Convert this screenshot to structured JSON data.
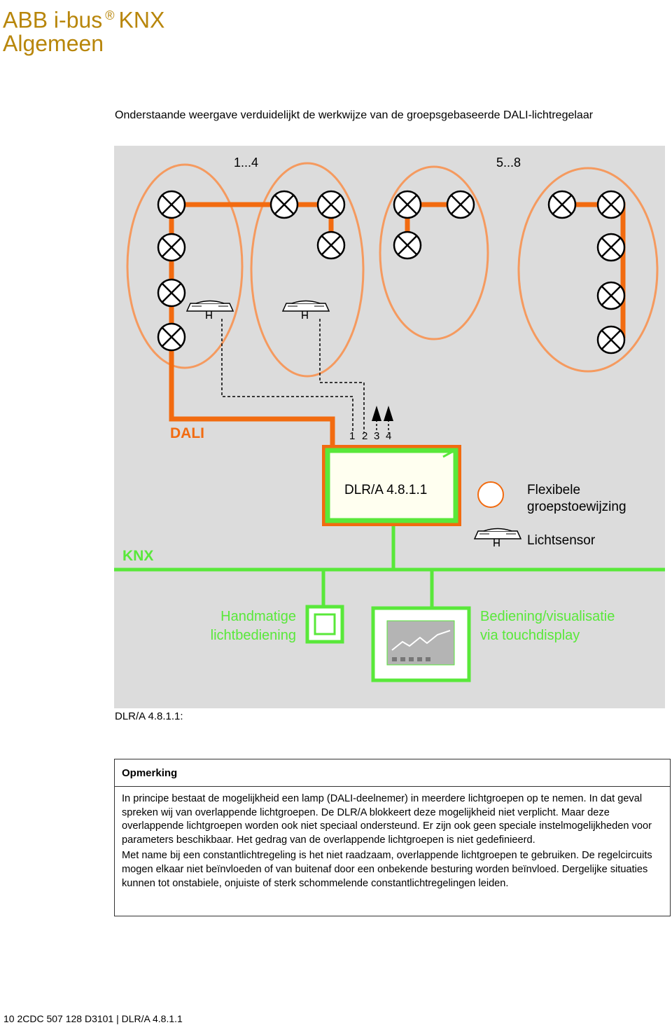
{
  "header": {
    "brand": "ABB i-bus",
    "registered": "®",
    "product": "KNX",
    "section": "Algemeen"
  },
  "intro_text": "Onderstaande weergave verduidelijkt de werkwijze van de groepsgebaseerde DALI-lichtregelaar",
  "diagram": {
    "group_label_left": "1...4",
    "group_label_right": "5...8",
    "dali_label": "DALI",
    "knx_label": "KNX",
    "input_numbers": [
      "1",
      "2",
      "3",
      "4"
    ],
    "device_label": "DLR/A 4.8.1.1",
    "legend_flexible_line1": "Flexibele",
    "legend_flexible_line2": "groepstoewijzing",
    "legend_sensor": "Lichtsensor",
    "manual_line1": "Handmatige",
    "manual_line2": "lichtbediening",
    "touch_line1": "Bediening/visualisatie",
    "touch_line2": "via touchdisplay",
    "colors": {
      "dali": "#f26b10",
      "knx": "#59e83a",
      "background": "#dcdcdc",
      "device_fill": "#fffff0"
    }
  },
  "caption": "DLR/A 4.8.1.1:",
  "note": {
    "title": "Opmerking",
    "paragraph1": "In principe bestaat de mogelijkheid een lamp (DALI-deelnemer) in meerdere lichtgroepen op te nemen. In dat geval spreken wij van overlappende lichtgroepen. De DLR/A blokkeert deze mogelijkheid niet verplicht. Maar deze overlappende lichtgroepen worden ook niet speciaal ondersteund. Er zijn ook geen speciale instelmogelijkheden voor parameters beschikbaar. Het gedrag van de overlappende lichtgroepen is niet gedefinieerd.",
    "paragraph2": "Met name bij een constantlichtregeling is het niet raadzaam, overlappende lichtgroepen te gebruiken. De regelcircuits mogen elkaar niet beïnvloeden of van buitenaf door een onbekende besturing worden beïnvloed. Dergelijke situaties kunnen tot onstabiele, onjuiste of sterk schommelende constantlichtregelingen leiden."
  },
  "footer": "10  2CDC 507 128 D3101 | DLR/A 4.8.1.1"
}
